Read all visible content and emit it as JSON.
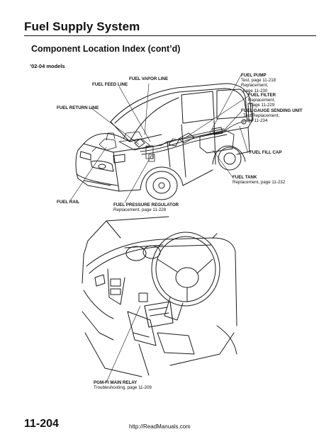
{
  "header": {
    "title": "Fuel Supply System",
    "section": "Component Location Index (cont’d)"
  },
  "models": "’02-04 models",
  "callouts": {
    "fuel_vapor_line": {
      "name": "FUEL VAPOR LINE"
    },
    "fuel_feed_line": {
      "name": "FUEL FEED LINE"
    },
    "fuel_return_line": {
      "name": "FUEL RETURN LINE"
    },
    "fuel_rail": {
      "name": "FUEL RAIL"
    },
    "fuel_pump": {
      "name": "FUEL PUMP",
      "ref1": "Test, page 11-218",
      "ref2": "Replacement,",
      "ref3": "page 11-230"
    },
    "fuel_filter": {
      "name": "FUEL FILTER",
      "ref1": "Replacement,",
      "ref2": "page 11-229"
    },
    "fuel_gauge_sending_unit": {
      "name": "FUEL GAUGE SENDING UNIT",
      "ref1": "Test/Replacement,",
      "ref2": "page 11-234"
    },
    "fuel_fill_cap": {
      "name": "FUEL FILL CAP"
    },
    "fuel_tank": {
      "name": "FUEL TANK",
      "ref1": "Replacement, page 11-232"
    },
    "fuel_pressure_regulator": {
      "name": "FUEL PRESSURE REGULATOR",
      "ref1": "Replacement, page 11-228"
    },
    "pgm_fi_main_relay": {
      "name": "PGM-FI MAIN RELAY",
      "ref1": "Troubleshooting, page 11-209"
    }
  },
  "footer": {
    "page_number": "11-204",
    "url": "http://ReadManuals.com"
  }
}
